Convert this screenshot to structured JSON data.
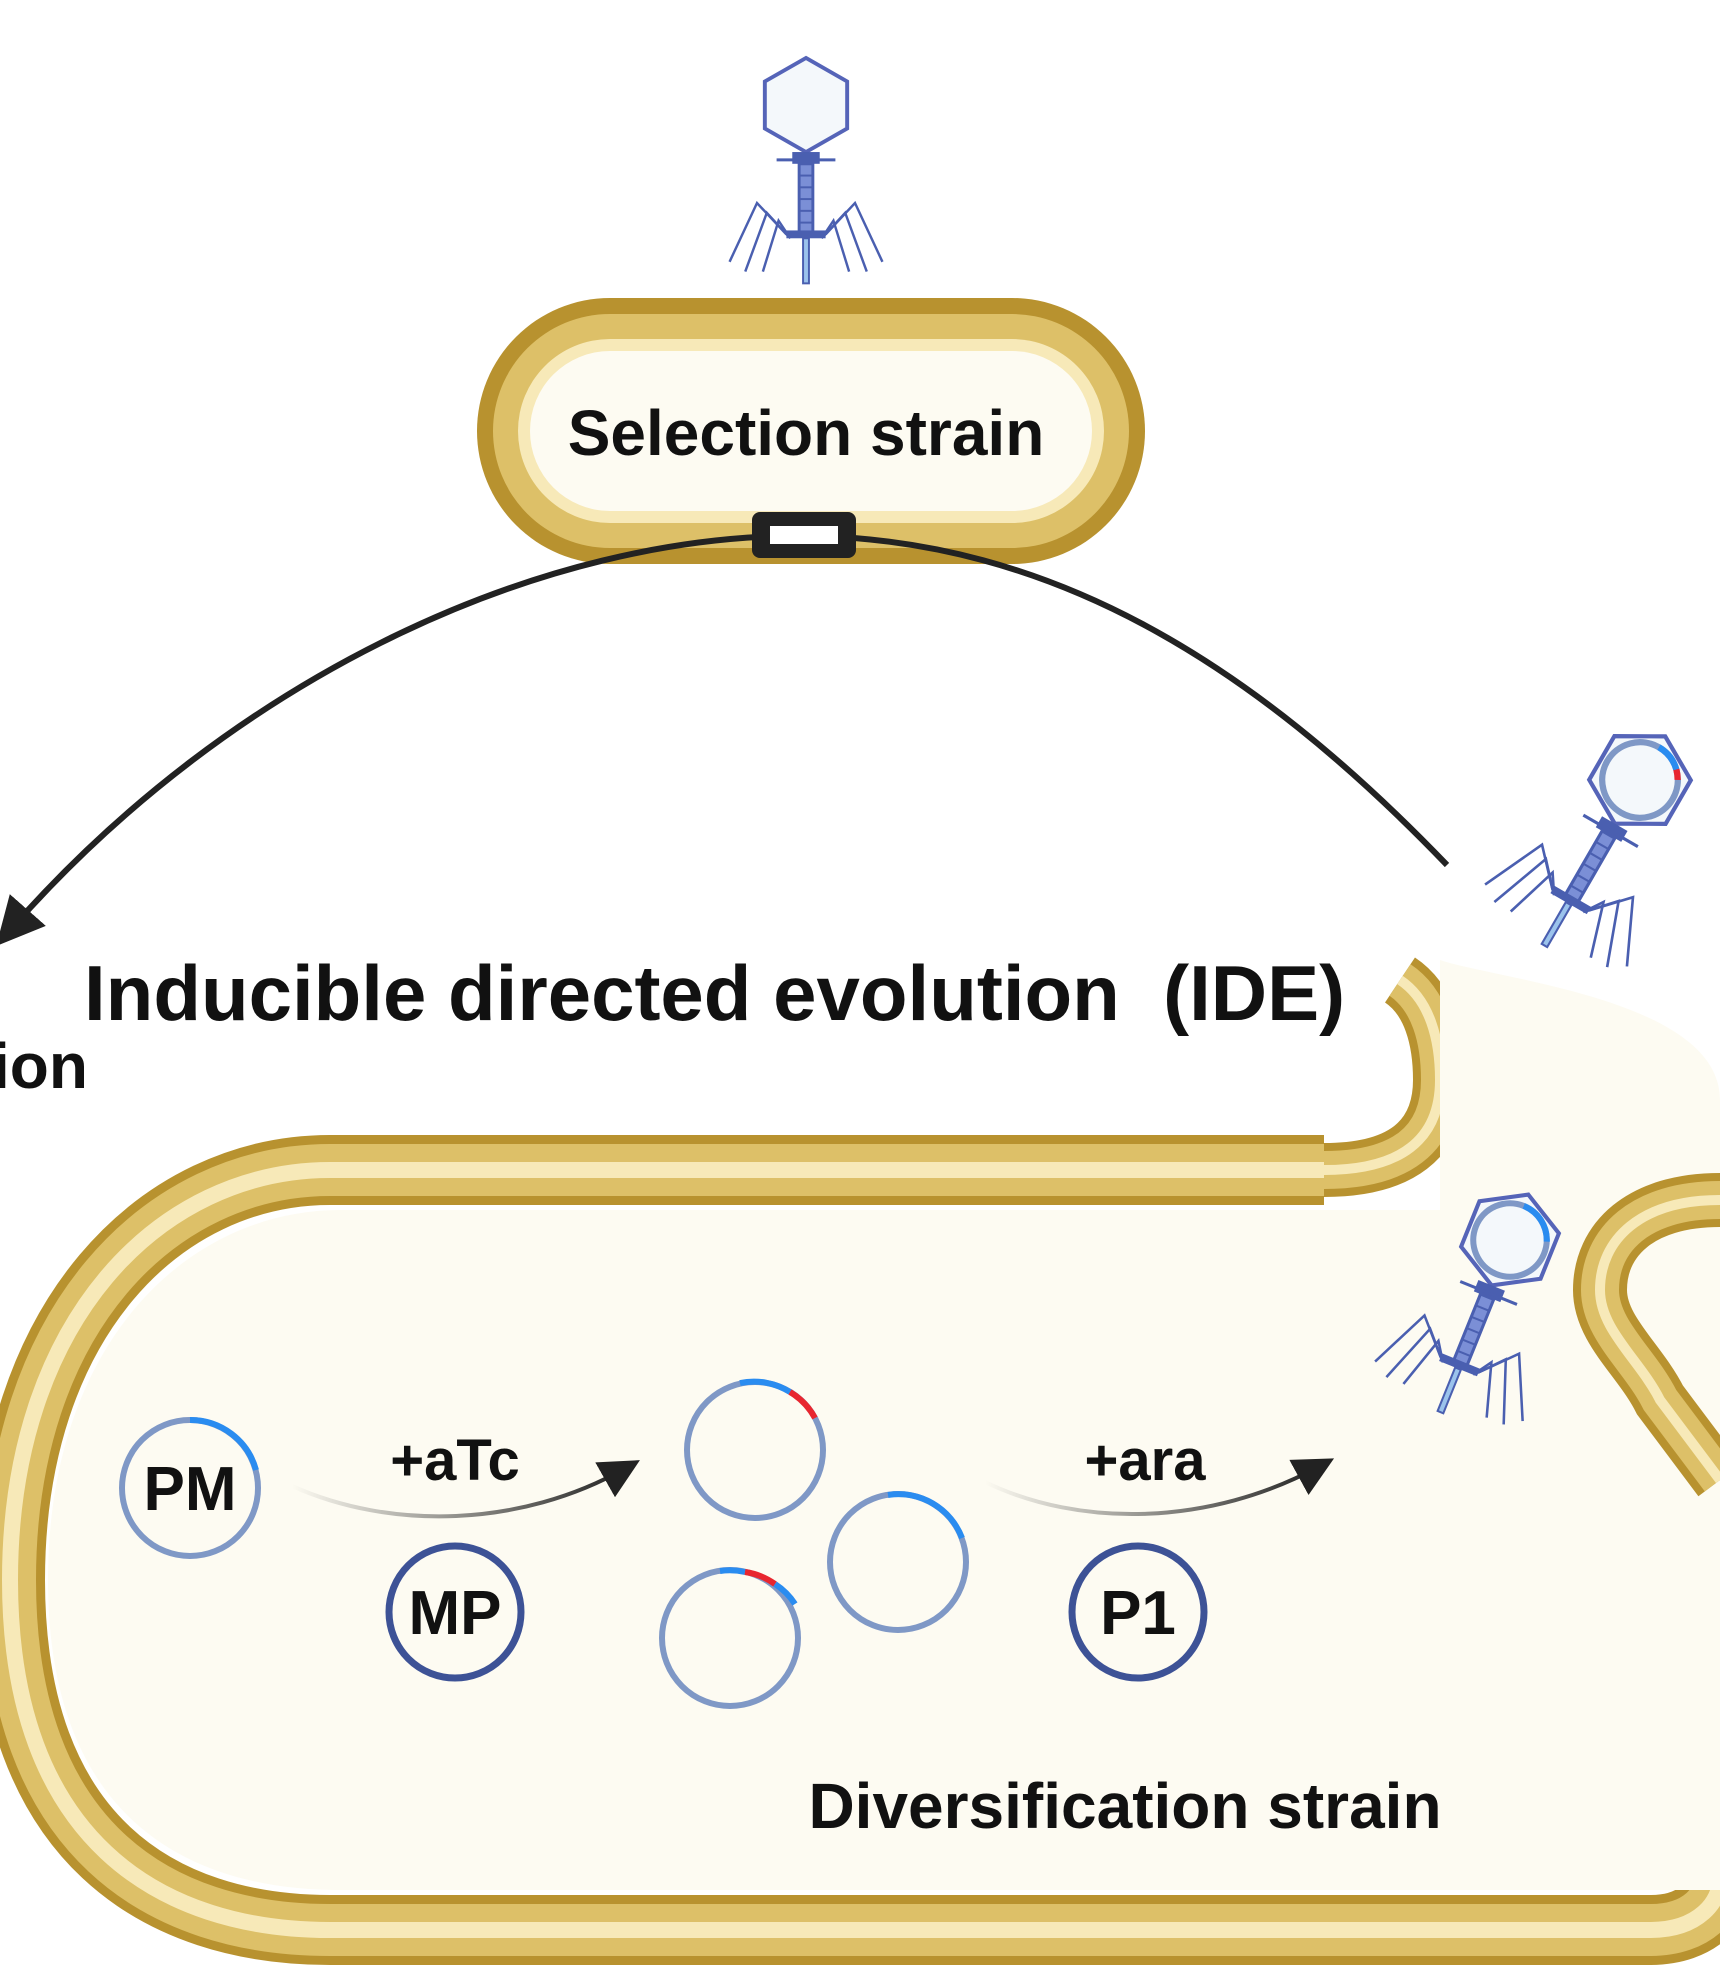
{
  "title": "Inducible directed evolution  (IDE)",
  "edge_text": "ion",
  "selection_strain": {
    "label": "Selection strain"
  },
  "diversification_strain": {
    "label": "Diversification strain"
  },
  "plasmids": {
    "pm": "PM",
    "mp": "MP",
    "p1": "P1"
  },
  "inducers": {
    "atc": "+aTc",
    "ara": "+ara"
  },
  "colors": {
    "membrane_dark": "#b8922f",
    "membrane_light": "#ddc068",
    "membrane_cream": "#f7e9b8",
    "cytoplasm": "#fdfbf2",
    "plasmid_ring": "#7f98c6",
    "plasmid_dark": "#3d5296",
    "gene_blue": "#2a8cf0",
    "mutation_red": "#e8262f",
    "phage": "#4a5fb0"
  },
  "icons": [
    "phage-icon",
    "mutant-phage-icon",
    "plasmid-icon",
    "arrow-icon",
    "promoter-box-icon"
  ]
}
